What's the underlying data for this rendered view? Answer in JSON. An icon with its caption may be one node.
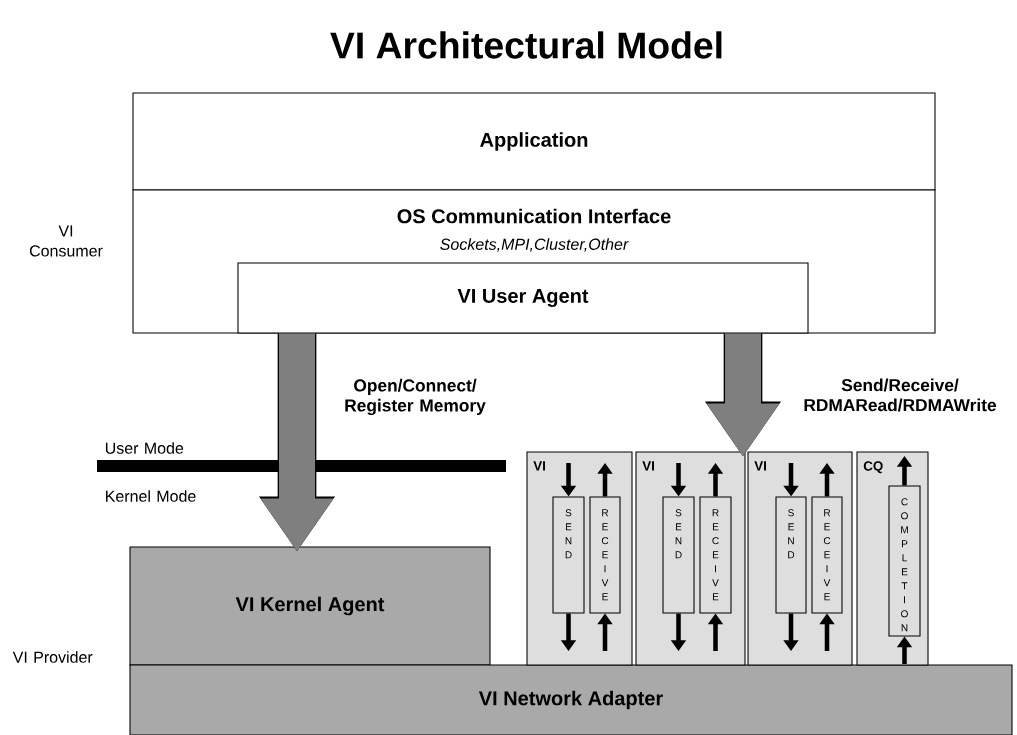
{
  "diagram": {
    "title": "VI Architectural Model",
    "nodes": [
      {
        "text": [
          "Application"
        ]
      },
      {
        "text": [
          "OS Communication Interface",
          "Sockets,MPI,Cluster,Other"
        ]
      },
      {
        "text": [
          "VI User Agent"
        ],
        "in": 1
      },
      {
        "text": [
          "VI Kernel Agent"
        ]
      },
      {
        "text": [
          "VI Network Adapter"
        ]
      },
      {
        "text": [
          "VI"
        ]
      },
      {
        "text": [
          "SEND"
        ],
        "in": 5
      },
      {
        "text": [
          "RECEIVE"
        ],
        "in": 5
      },
      {
        "text": [
          "VI"
        ]
      },
      {
        "text": [
          "SEND"
        ],
        "in": 8
      },
      {
        "text": [
          "RECEIVE"
        ],
        "in": 8
      },
      {
        "text": [
          "VI"
        ]
      },
      {
        "text": [
          "SEND"
        ],
        "in": 11
      },
      {
        "text": [
          "RECEIVE"
        ],
        "in": 11
      },
      {
        "text": [
          "CQ"
        ]
      },
      {
        "text": [
          "COMPLETION"
        ],
        "in": 14
      }
    ],
    "edges": [
      {
        "from": 2,
        "to": 3,
        "arrow": "to",
        "label": "Open/Connect/ Register Memory",
        "style": "thick",
        "color": "#7f7f7f"
      },
      {
        "from": 2,
        "to": 8,
        "arrow": "to",
        "label": "Send/Receive/ RDMARead/RDMAWrite",
        "style": "thick",
        "color": "#7f7f7f"
      },
      {
        "from": null,
        "to": 6,
        "arrow": "to"
      },
      {
        "from": 6,
        "to": null,
        "arrow": "to"
      },
      {
        "from": null,
        "to": 7,
        "arrow": "to"
      },
      {
        "from": 7,
        "to": null,
        "arrow": "to"
      },
      {
        "from": null,
        "to": 9,
        "arrow": "to"
      },
      {
        "from": 9,
        "to": null,
        "arrow": "to"
      },
      {
        "from": null,
        "to": 10,
        "arrow": "to"
      },
      {
        "from": 10,
        "to": null,
        "arrow": "to"
      },
      {
        "from": null,
        "to": 12,
        "arrow": "to"
      },
      {
        "from": 12,
        "to": null,
        "arrow": "to"
      },
      {
        "from": null,
        "to": 13,
        "arrow": "to"
      },
      {
        "from": 13,
        "to": null,
        "arrow": "to"
      },
      {
        "from": null,
        "to": 15,
        "arrow": "to"
      },
      {
        "from": 15,
        "to": null,
        "arrow": "to"
      }
    ],
    "labels": [
      "VI Consumer",
      "User Mode",
      "Kernel Mode",
      "VI Provider"
    ]
  }
}
